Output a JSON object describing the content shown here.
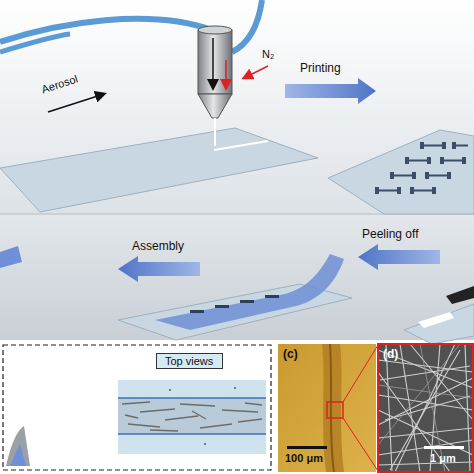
{
  "diagram": {
    "nodes": [
      {
        "text": [
          "Top views"
        ]
      }
    ],
    "labels": [
      "Aerosol",
      "N₂",
      "Printing",
      "Peeling off",
      "Assembly",
      "(c)",
      "100 μm",
      "(d)",
      "1 μm"
    ]
  }
}
